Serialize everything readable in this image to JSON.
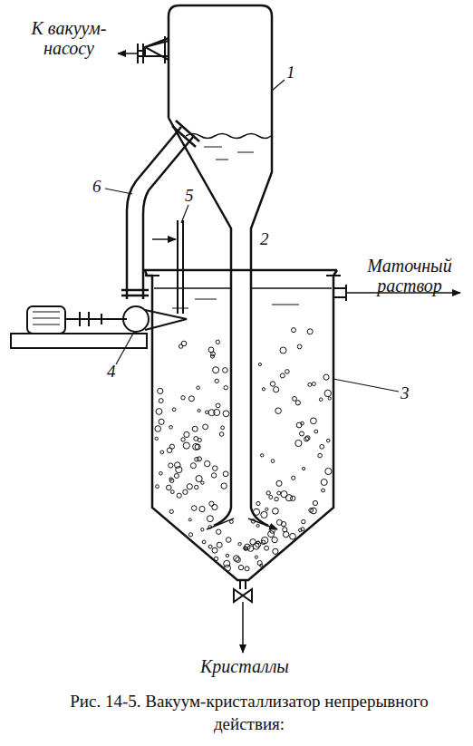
{
  "diagram": {
    "caption": "Рис. 14-5. Вакуум-кристаллизатор непрерывного действия:",
    "labels": [
      "К вакуум- насосу",
      "1",
      "6",
      "5",
      "2",
      "Маточный раствор",
      "4",
      "3",
      "Кристаллы"
    ]
  }
}
